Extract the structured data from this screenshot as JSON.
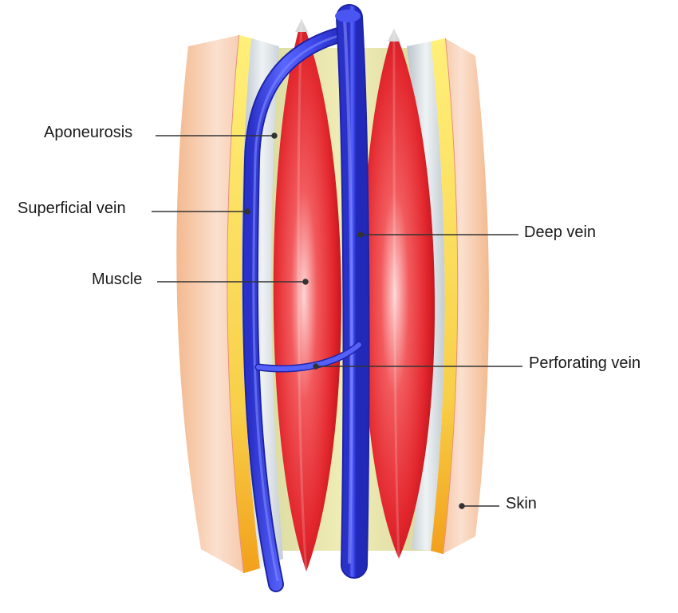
{
  "labels": {
    "aponeurosis": "Aponeurosis",
    "superficial_vein": "Superficial vein",
    "muscle": "Muscle",
    "deep_vein": "Deep vein",
    "perforating_vein": "Perforating vein",
    "skin": "Skin"
  },
  "colors": {
    "skin": "#f6c8aa",
    "fat": "#f7c94a",
    "aponeurosis": "#d6dde2",
    "muscle": "#e8333a",
    "vein": "#3b45e6",
    "leader_line": "#333333"
  }
}
